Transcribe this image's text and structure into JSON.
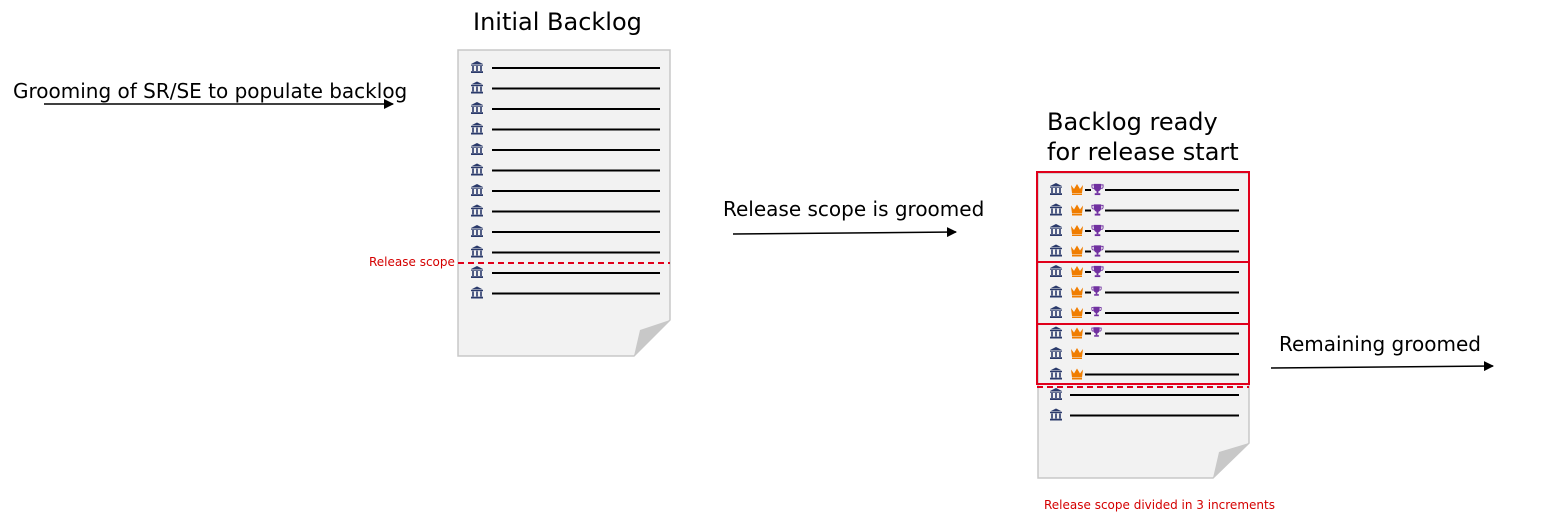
{
  "titles": {
    "initial_backlog": "Initial Backlog",
    "ready_line1": "Backlog ready",
    "ready_line2": "for release start"
  },
  "arrows": {
    "grooming": "Grooming of SR/SE to populate backlog",
    "release_scope_groomed": "Release scope is groomed",
    "remaining_groomed": "Remaining groomed"
  },
  "annotations": {
    "release_scope": "Release scope",
    "increments": "Release scope divided in 3 increments"
  },
  "colors": {
    "doc_fill": "#f2f2f2",
    "doc_border": "#c8c8c8",
    "bank_icon": "#2b3a6b",
    "crown_icon": "#f07d00",
    "trophy_icon": "#7030a0",
    "scope_red": "#e0001b"
  },
  "initial_backlog_rows": 12,
  "release_scope_rows_initial": 10,
  "ready_backlog": {
    "rows": [
      {
        "crown": true,
        "trophy": true,
        "small_trophy": false
      },
      {
        "crown": true,
        "trophy": true,
        "small_trophy": false
      },
      {
        "crown": true,
        "trophy": true,
        "small_trophy": false
      },
      {
        "crown": true,
        "trophy": true,
        "small_trophy": false
      },
      {
        "crown": true,
        "trophy": true,
        "small_trophy": false
      },
      {
        "crown": true,
        "trophy": true,
        "small_trophy": true
      },
      {
        "crown": true,
        "trophy": true,
        "small_trophy": true
      },
      {
        "crown": true,
        "trophy": true,
        "small_trophy": true
      },
      {
        "crown": true,
        "trophy": false,
        "small_trophy": false
      },
      {
        "crown": true,
        "trophy": false,
        "small_trophy": false
      },
      {
        "crown": false,
        "trophy": false,
        "small_trophy": false
      },
      {
        "crown": false,
        "trophy": false,
        "small_trophy": false
      }
    ],
    "increment_sizes": [
      4,
      3,
      3
    ]
  }
}
